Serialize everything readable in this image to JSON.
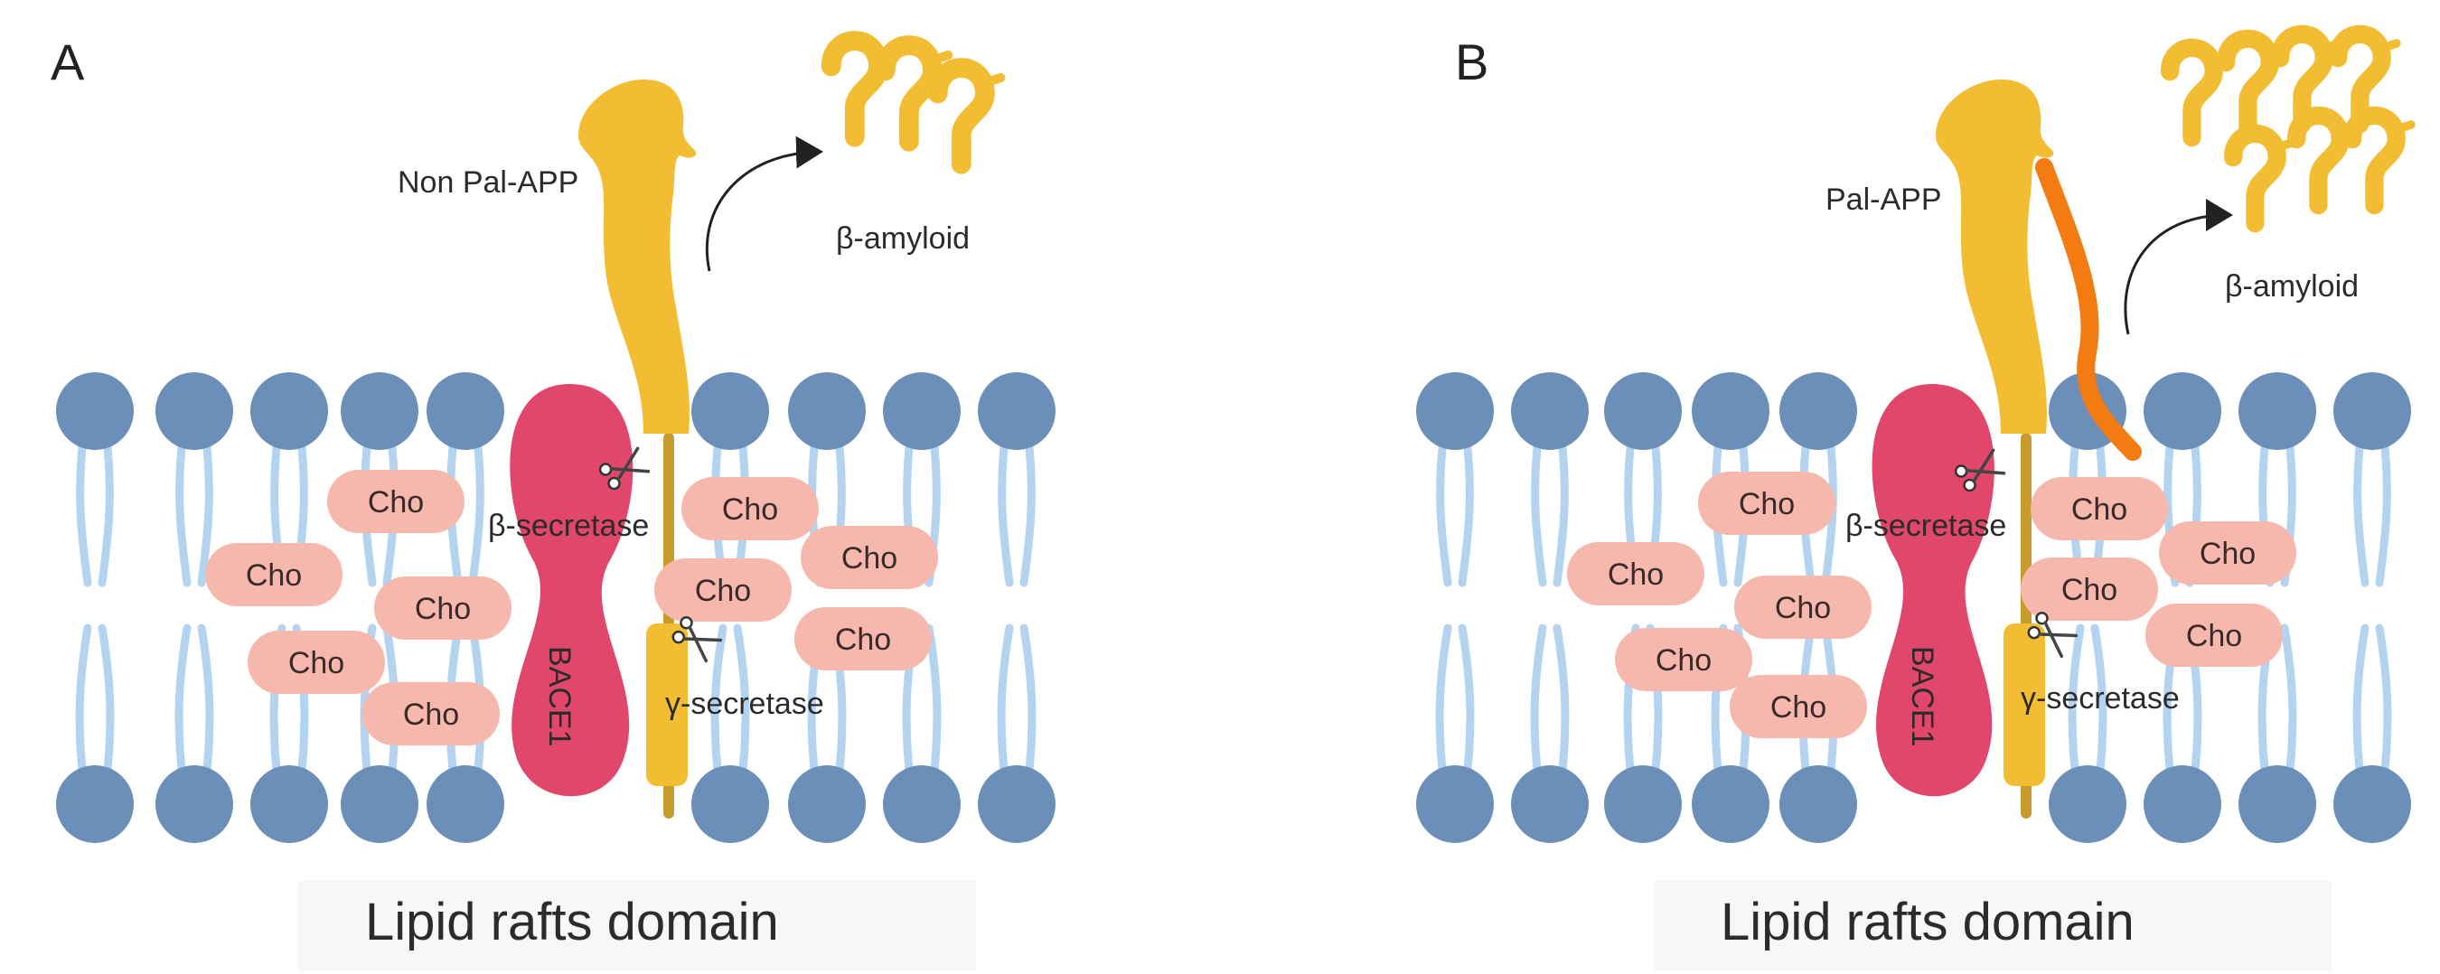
{
  "colors": {
    "head": "#6b8fb8",
    "tail": "#b4d3f0",
    "cho_fill": "#f6b8ac",
    "bace1": "#e0476b",
    "app": "#f2bd32",
    "app_tm": "#c89b2e",
    "palmitoyl": "#f47a12",
    "caption_bg": "#f7f7f7"
  },
  "panels": [
    {
      "letter": "A",
      "app_label": "Non Pal-APP",
      "amyloid_label": "β-amyloid",
      "beta_secretase_label": "β-secretase",
      "gamma_secretase_label": "γ-secretase",
      "bace1_label": "BACE1",
      "cho_label": "Cho",
      "caption": "Lipid rafts domain"
    },
    {
      "letter": "B",
      "app_label": "Pal-APP",
      "amyloid_label": "β-amyloid",
      "beta_secretase_label": "β-secretase",
      "gamma_secretase_label": "γ-secretase",
      "bace1_label": "BACE1",
      "cho_label": "Cho",
      "caption": "Lipid rafts domain"
    }
  ]
}
